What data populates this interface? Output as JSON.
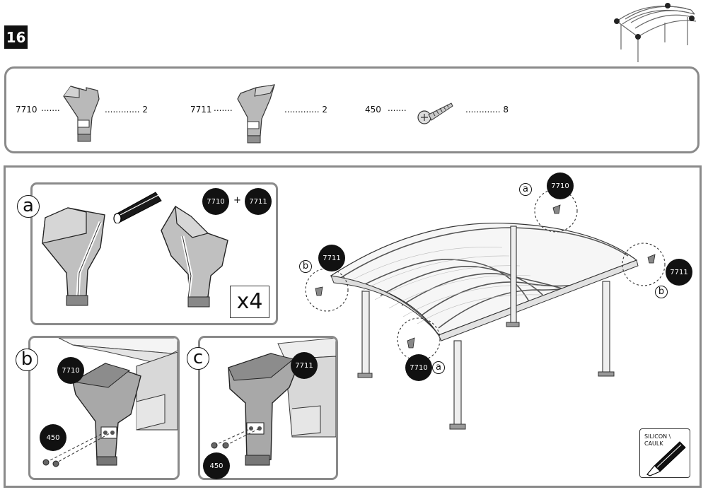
{
  "step": {
    "number": "16"
  },
  "parts": [
    {
      "id": "7710",
      "dots_left": ".......",
      "dots_right": "............. 2"
    },
    {
      "id": "7711",
      "dots_left": ".......",
      "dots_right": "............. 2"
    },
    {
      "id": "450",
      "dots_left": ".......",
      "dots_right": "............. 8"
    }
  ],
  "panel_a": {
    "letter": "a",
    "callout_1": "7710",
    "plus": "+",
    "callout_2": "7711",
    "multiplier": "x4"
  },
  "panel_b": {
    "letter": "b",
    "callout_part": "7710",
    "callout_screw": "450"
  },
  "panel_c": {
    "letter": "c",
    "callout_part": "7711",
    "callout_screw": "450"
  },
  "carport": {
    "top_letter": "a",
    "top_callout": "7710",
    "left_letter": "b",
    "left_callout": "7711",
    "right_letter": "b",
    "right_callout": "7711",
    "front_letter": "a",
    "front_callout": "7710"
  },
  "caulk": {
    "label": "SILICON \\\nCAULK"
  }
}
